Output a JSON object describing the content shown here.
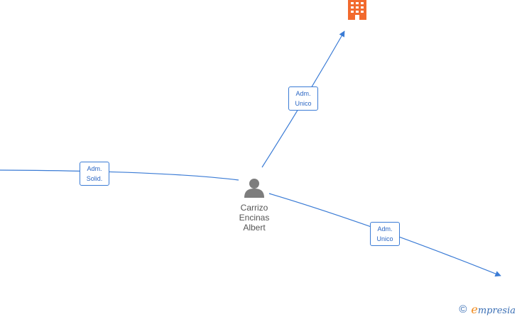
{
  "colors": {
    "edge": "#3a7bd5",
    "company_icon": "#f26a2e",
    "person_icon": "#7d7d7d",
    "brand_accent": "#f08a1c"
  },
  "nodes": {
    "person": {
      "icon": "person-icon",
      "name_lines": [
        "Carrizo",
        "Encinas",
        "Albert"
      ]
    },
    "company": {
      "icon": "building-icon"
    }
  },
  "edges": [
    {
      "id": "adm-unico-top",
      "label_lines": [
        "Adm.",
        "Unico"
      ]
    },
    {
      "id": "adm-solid-left",
      "label_lines": [
        "Adm.",
        "Solid."
      ]
    },
    {
      "id": "adm-unico-bottom",
      "label_lines": [
        "Adm.",
        "Unico"
      ]
    }
  ],
  "footer": {
    "copyright_symbol": "©",
    "brand_initial": "e",
    "brand_rest": "mpresia"
  }
}
